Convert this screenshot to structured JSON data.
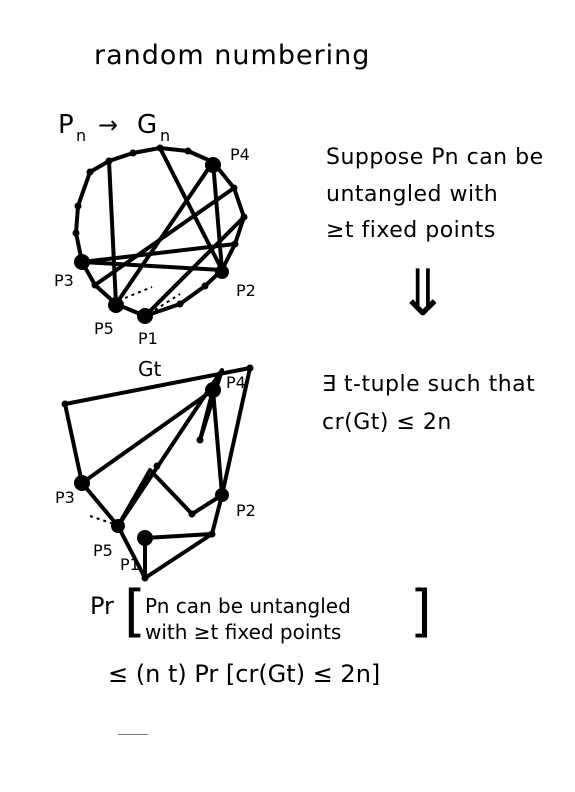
{
  "title": "random numbering",
  "top_figure": {
    "map_label_p": "P",
    "map_label_p_sub": "n",
    "map_arrow": "→",
    "map_label_g": "G",
    "map_label_g_sub": "n",
    "labels": {
      "p4": "P4",
      "p3": "P3",
      "p2": "P2",
      "p5": "P5",
      "p1": "P1"
    }
  },
  "bottom_figure": {
    "graph_label": "Gt",
    "labels": {
      "p4": "P4",
      "p3": "P3",
      "p2": "P2",
      "p5": "P5",
      "p1": "P1"
    }
  },
  "statement": {
    "line1": "Suppose Pn can be",
    "line2": "untangled with",
    "line3": "≥t fixed points",
    "implies": "⇓",
    "line4": "∃ t-tuple such that",
    "line5": "cr(Gt) ≤ 2n"
  },
  "probability": {
    "pr": "Pr",
    "inner_line1": "Pn can be untangled",
    "inner_line2": "with ≥t fixed points",
    "bound": "≤ (n t) Pr [cr(Gt) ≤ 2n]"
  }
}
